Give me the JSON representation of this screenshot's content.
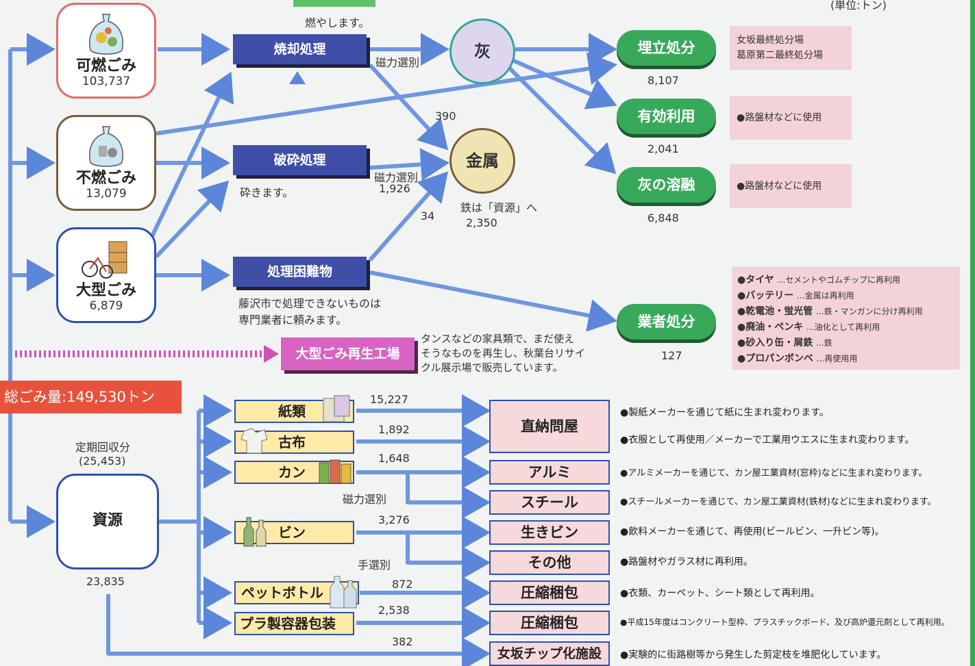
{
  "unit_note": "(単位:トン)",
  "top_note": "燃やします。",
  "sources": {
    "burnable": {
      "label": "可燃ごみ",
      "amount": "103,737"
    },
    "nonburnable": {
      "label": "不燃ごみ",
      "amount": "13,079"
    },
    "bulky": {
      "label": "大型ごみ",
      "amount": "6,879"
    },
    "resource": {
      "label": "資源",
      "amount": "23,835",
      "collect_label": "定期回収分",
      "collect_amount": "(25,453)"
    }
  },
  "processes": {
    "incinerate": "焼却処理",
    "crush": "破砕処理",
    "crush_note": "砕きます。",
    "difficult": "処理困難物",
    "difficult_note_1": "藤沢市で処理できないものは",
    "difficult_note_2": "専門業者に頼みます。",
    "factory": "大型ごみ再生工場",
    "factory_note_1": "タンスなどの家具類で、まだ使え",
    "factory_note_2": "そうなものを再生し、秋葉台リサイ",
    "factory_note_3": "クル展示場で販売しています。"
  },
  "intermediate": {
    "ash": "灰",
    "metal": "金属",
    "metal_note": "鉄は「資源」へ",
    "metal_amount": "2,350",
    "magnetic_1": "磁力選別",
    "magnetic_2": "磁力選別",
    "val_390": "390",
    "val_1926": "1,926",
    "val_34": "34"
  },
  "outputs": {
    "landfill": {
      "label": "埋立処分",
      "amount": "8,107",
      "note_1": "女坂最終処分場",
      "note_2": "葛原第二最終処分場"
    },
    "reuse": {
      "label": "有効利用",
      "amount": "2,041",
      "note": "●路盤材などに使用"
    },
    "melt": {
      "label": "灰の溶融",
      "amount": "6,848",
      "note": "●路盤材などに使用"
    },
    "contractor": {
      "label": "業者処分",
      "amount": "127"
    }
  },
  "contractor_items": [
    {
      "name": "●タイヤ",
      "detail": "…セメントやゴムチップに再利用"
    },
    {
      "name": "●バッテリー",
      "detail": "…金属は再利用"
    },
    {
      "name": "●乾電池・蛍光管",
      "detail": "…鉄・マンガンに分け再利用"
    },
    {
      "name": "●廃油・ペンキ",
      "detail": "…油化として再利用"
    },
    {
      "name": "●砂入り缶・屑鉄",
      "detail": "…鉄"
    },
    {
      "name": "●プロパンボンベ",
      "detail": "…再使用用"
    }
  ],
  "total_banner": "総ごみ量:149,530トン",
  "resource_items": {
    "paper": {
      "label": "紙類",
      "amount": "15,227"
    },
    "cloth": {
      "label": "古布",
      "amount": "1,892"
    },
    "can": {
      "label": "カン",
      "amount": "1,648"
    },
    "bottle": {
      "label": "ビン",
      "amount": "3,276"
    },
    "pet": {
      "label": "ペットボトル",
      "amount": "872"
    },
    "plastic": {
      "label": "プラ製容器包装",
      "amount": "2,538"
    },
    "chip_amount": "382",
    "magnetic": "磁力選別",
    "hand_sort": "手選別"
  },
  "destinations": {
    "wholesale": "直納問屋",
    "alumi": "アルミ",
    "steel": "スチール",
    "live_bottle": "生きビン",
    "other": "その他",
    "compress1": "圧縮梱包",
    "compress2": "圧縮梱包",
    "chip": "女坂チップ化施設"
  },
  "descriptions": {
    "paper": "●製紙メーカーを通じて紙に生まれ変わります。",
    "cloth": "●衣服として再使用／メーカーで工業用ウエスに生まれ変わります。",
    "alumi": "●アルミメーカーを通じて、カン屋工業資材(窓枠)などに生まれ変わります。",
    "steel": "●スチールメーカーを通じて、カン屋工業資材(鉄材)などに生まれ変わります。",
    "live_bottle": "●飲料メーカーを通じて、再使用(ビールビン、一升ビン等)。",
    "other": "●路盤材やガラス材に再利用。",
    "pet": "●衣類、カーペット、シート類として再利用。",
    "plastic": "●平成15年度はコンクリート型枠、プラスチックボード、及び高炉還元剤として再利用。",
    "chip": "●実験的に街路樹等から発生した剪定枝を堆肥化しています。"
  }
}
